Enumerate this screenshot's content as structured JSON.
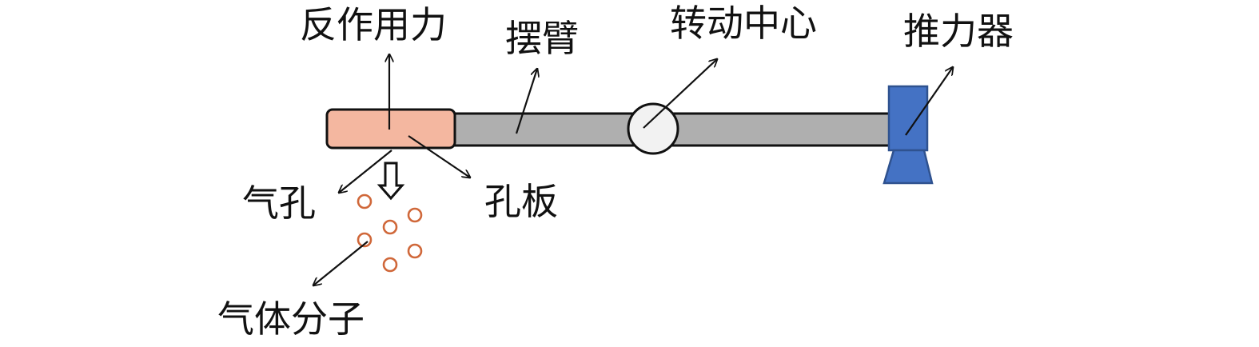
{
  "labels": {
    "reaction_force": "反作用力",
    "arm": "摆臂",
    "rotation_center": "转动中心",
    "thruster": "推力器",
    "gas_hole": "气孔",
    "orifice_plate": "孔板",
    "gas_molecules": "气体分子"
  },
  "colors": {
    "orifice_plate_fill": "#F4B7A0",
    "arm_fill": "#AFAFAF",
    "pivot_fill": "#F2F2F2",
    "thruster_fill": "#4472C4",
    "thruster_stroke": "#2F528F",
    "molecule_stroke": "#D0683A",
    "outline": "#111111"
  },
  "icons": {
    "flow_arrow": "hollow-down-arrow-icon",
    "gas_molecule": "circle-outline-icon"
  }
}
